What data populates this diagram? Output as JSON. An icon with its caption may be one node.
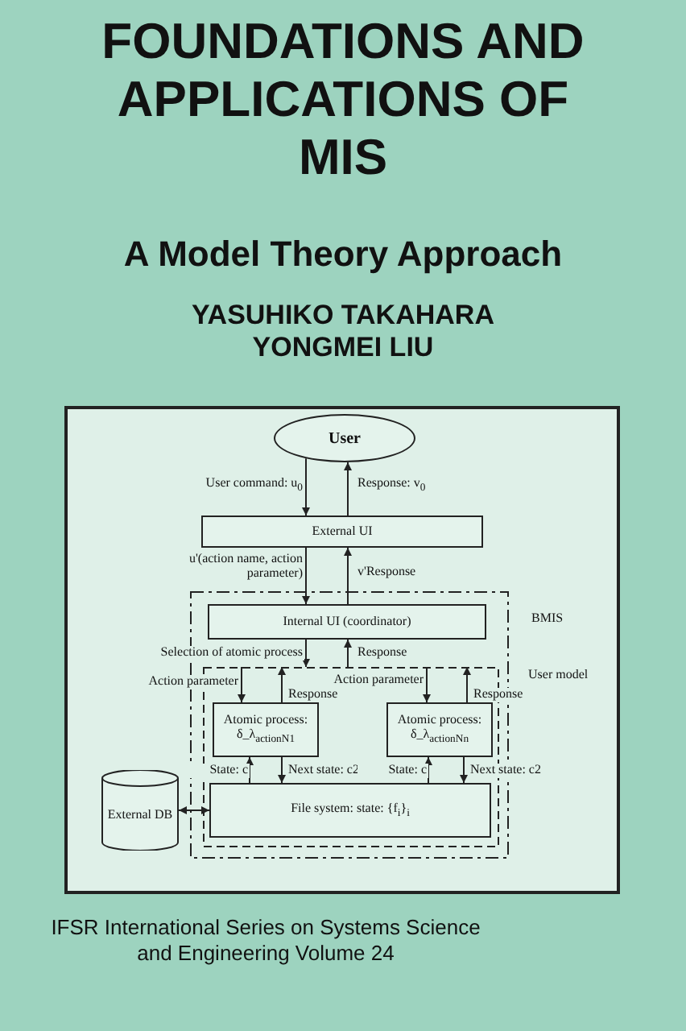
{
  "diagram": {
    "title": "FOUNDATIONS AND APPLICATIONS OF MIS",
    "nodes": [
      {
        "text": [
          "User"
        ]
      },
      {
        "text": [
          "External UI"
        ]
      },
      {
        "text": [
          "BMIS"
        ]
      },
      {
        "text": [
          "Internal UI (coordinator)"
        ],
        "in": 2
      },
      {
        "text": [
          "User model"
        ],
        "in": 2
      },
      {
        "text": [
          "Atomic process: δ_λ$_{actionN1}$"
        ],
        "in": 4
      },
      {
        "text": [
          "Atomic process: δ_λ$_{actionNn}$"
        ],
        "in": 4
      },
      {
        "text": [
          "File system: state: {f$_{i}$}$_{i}$"
        ],
        "in": 4
      },
      {
        "text": [
          "External DB"
        ]
      }
    ],
    "edges": [
      {
        "from": 0,
        "to": 1,
        "arrow": "to",
        "label": "User command: u$_{0}$"
      },
      {
        "from": 1,
        "to": 0,
        "arrow": "to",
        "label": "Response: v$_{0}$"
      },
      {
        "from": 1,
        "to": 3,
        "arrow": "to",
        "label": "u'(action name, action parameter)"
      },
      {
        "from": 3,
        "to": 1,
        "arrow": "to",
        "label": "v'Response"
      },
      {
        "from": 3,
        "to": 4,
        "arrow": "to",
        "label": "Selection of atomic process"
      },
      {
        "from": 4,
        "to": 3,
        "arrow": "to",
        "label": "Response"
      },
      {
        "from": 4,
        "to": 5,
        "arrow": "to",
        "label": "Action parameter"
      },
      {
        "from": 5,
        "to": 4,
        "arrow": "to",
        "label": "Response"
      },
      {
        "from": 4,
        "to": 6,
        "arrow": "to",
        "label": "Action parameter"
      },
      {
        "from": 6,
        "to": 4,
        "arrow": "to",
        "label": "Response"
      },
      {
        "from": 7,
        "to": 5,
        "arrow": "to",
        "label": "State: c"
      },
      {
        "from": 5,
        "to": 7,
        "arrow": "to",
        "label": "Next state: c2"
      },
      {
        "from": 7,
        "to": 6,
        "arrow": "to",
        "label": "State: c"
      },
      {
        "from": 6,
        "to": 7,
        "arrow": "to",
        "label": "Next state: c2"
      },
      {
        "from": 8,
        "to": 7,
        "arrow": "both"
      }
    ],
    "labels": [
      "A Model Theory Approach",
      "YASUHIKO TAKAHARA",
      "YONGMEI LIU",
      "IFSR International Series on Systems Science and Engineering Volume 24"
    ]
  }
}
